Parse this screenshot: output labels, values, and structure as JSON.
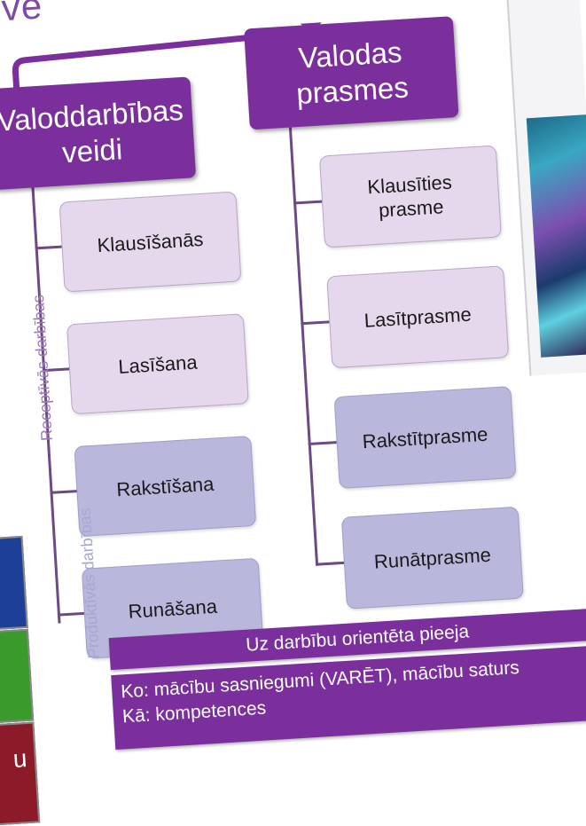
{
  "header_fragment": "s ve",
  "left_column": {
    "title": "Valoddarbības\nveidi",
    "side_labels": [
      "Receptīvās darbības",
      "Produktīvās darbības"
    ],
    "items": [
      "Klausīšanās",
      "Lasīšana",
      "Rakstīšana",
      "Runāšana"
    ]
  },
  "right_column": {
    "title": "Valodas\nprasmes",
    "items": [
      "Klausīties\nprasme",
      "Lasītprasme",
      "Rakstītprasme",
      "Runātprasme"
    ]
  },
  "bottom": {
    "approach": "Uz darbību orientēta pieeja",
    "line1": "Ko: mācību sasniegumi (VARĒT), mācību saturs",
    "line2": "Kā: kompetences"
  },
  "left_strip_letter": "u",
  "colors": {
    "header": "#7b2f9c",
    "receptive": "#e6d8ec",
    "productive": "#b9b8dc",
    "connector": "#6c4a86"
  }
}
